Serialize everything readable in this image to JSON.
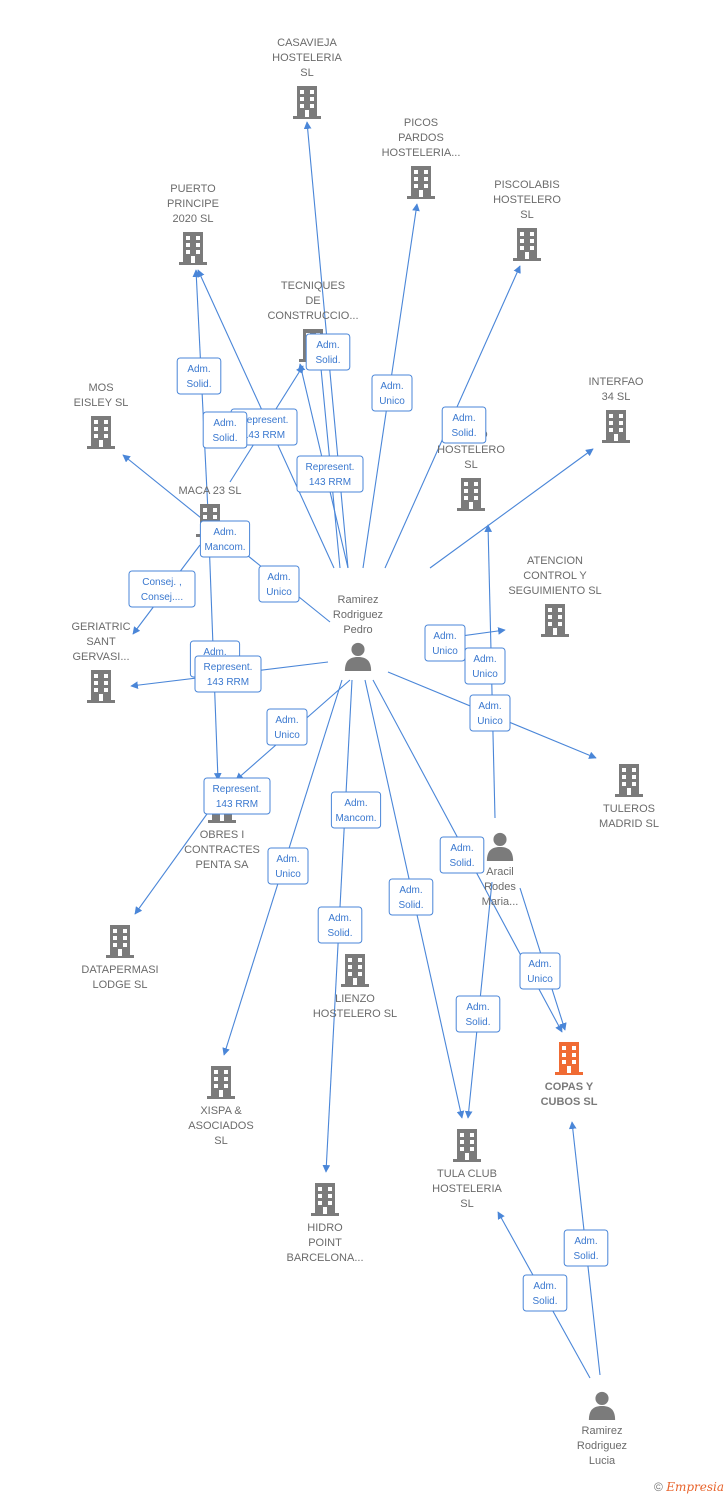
{
  "colors": {
    "edge": "#4a86d8",
    "company": "#7b7b7b",
    "highlight": "#f06b34",
    "person": "#7b7b7b"
  },
  "nodes": [
    {
      "id": "casavieja",
      "type": "company",
      "lines": [
        "CASAVIEJA",
        "HOSTELERIA",
        "SL"
      ]
    },
    {
      "id": "picos",
      "type": "company",
      "lines": [
        "PICOS",
        "PARDOS",
        "HOSTELERIA..."
      ]
    },
    {
      "id": "piscolabis",
      "type": "company",
      "lines": [
        "PISCOLABIS",
        "HOSTELERO",
        "SL"
      ]
    },
    {
      "id": "puerto",
      "type": "company",
      "lines": [
        "PUERTO",
        "PRINCIPE",
        "2020  SL"
      ]
    },
    {
      "id": "tecniques",
      "type": "company",
      "lines": [
        "TECNIQUES",
        "DE",
        "CONSTRUCCIO..."
      ]
    },
    {
      "id": "interfao",
      "type": "company",
      "lines": [
        "INTERFAO",
        "34  SL"
      ]
    },
    {
      "id": "mos",
      "type": "company",
      "lines": [
        "MOS",
        "EISLEY  SL"
      ]
    },
    {
      "id": "suito",
      "type": "company",
      "lines": [
        "SUITO",
        "HOSTELERO",
        "SL"
      ]
    },
    {
      "id": "maca",
      "type": "company",
      "lines": [
        "MACA 23 SL"
      ]
    },
    {
      "id": "atencion",
      "type": "company",
      "lines": [
        "ATENCION",
        "CONTROL Y",
        "SEGUIMIENTO SL"
      ]
    },
    {
      "id": "geriatric",
      "type": "company",
      "lines": [
        "GERIATRIC",
        "SANT",
        "GERVASI..."
      ]
    },
    {
      "id": "tuleros",
      "type": "company",
      "lines": [
        "TULEROS",
        "MADRID  SL"
      ]
    },
    {
      "id": "obres",
      "type": "company",
      "lines": [
        "OBRES I",
        "CONTRACTES",
        "PENTA SA"
      ]
    },
    {
      "id": "datapermasi",
      "type": "company",
      "lines": [
        "DATAPERMASI",
        "LODGE  SL"
      ]
    },
    {
      "id": "lienzo",
      "type": "company",
      "lines": [
        "LIENZO",
        "HOSTELERO SL"
      ]
    },
    {
      "id": "copas",
      "type": "company",
      "highlight": true,
      "lines": [
        "COPAS Y",
        "CUBOS  SL"
      ]
    },
    {
      "id": "xispa",
      "type": "company",
      "lines": [
        "XISPA &",
        "ASOCIADOS",
        "SL"
      ]
    },
    {
      "id": "tula",
      "type": "company",
      "lines": [
        "TULA CLUB",
        "HOSTELERIA",
        "SL"
      ]
    },
    {
      "id": "hidro",
      "type": "company",
      "lines": [
        "HIDRO",
        "POINT",
        "BARCELONA..."
      ]
    },
    {
      "id": "ramirez_pedro",
      "type": "person",
      "lines": [
        "Ramirez",
        "Rodriguez",
        "Pedro"
      ]
    },
    {
      "id": "aracil",
      "type": "person",
      "lines": [
        "Aracil",
        "Rodes",
        "Maria..."
      ]
    },
    {
      "id": "ramirez_lucia",
      "type": "person",
      "lines": [
        "Ramirez",
        "Rodriguez",
        "Lucia"
      ]
    }
  ],
  "edge_labels": [
    {
      "id": "el1",
      "lines": [
        "Adm.",
        "Solid."
      ]
    },
    {
      "id": "el2",
      "lines": [
        "Adm.",
        "Solid."
      ]
    },
    {
      "id": "el3",
      "lines": [
        "Represent.",
        "143 RRM"
      ]
    },
    {
      "id": "el4",
      "lines": [
        "Represent.",
        "143 RRM"
      ]
    },
    {
      "id": "el5",
      "lines": [
        "Adm.",
        "Unico"
      ]
    },
    {
      "id": "el6",
      "lines": [
        "Adm.",
        "Solid."
      ]
    },
    {
      "id": "el7",
      "lines": [
        "Adm.",
        "Mancom."
      ]
    },
    {
      "id": "el8",
      "lines": [
        "Adm.",
        "Unico"
      ]
    },
    {
      "id": "el9",
      "lines": [
        "Consej. ,",
        "Consej...."
      ]
    },
    {
      "id": "el10",
      "lines": [
        "Adm.",
        "Unico"
      ]
    },
    {
      "id": "el11",
      "lines": [
        "Adm.",
        "Mancom."
      ]
    },
    {
      "id": "el12",
      "lines": [
        "Represent.",
        "143 RRM"
      ]
    },
    {
      "id": "el13",
      "lines": [
        "Adm.",
        "Unico"
      ]
    },
    {
      "id": "el14",
      "lines": [
        "Adm.",
        "Unico"
      ]
    },
    {
      "id": "el15",
      "lines": [
        "Adm.",
        "Unico"
      ]
    },
    {
      "id": "el16",
      "lines": [
        "Represent.",
        "143 RRM"
      ]
    },
    {
      "id": "el17",
      "lines": [
        "Adm.",
        "Mancom."
      ]
    },
    {
      "id": "el18",
      "lines": [
        "Adm.",
        "Unico"
      ]
    },
    {
      "id": "el19",
      "lines": [
        "Adm.",
        "Solid."
      ]
    },
    {
      "id": "el20",
      "lines": [
        "Adm.",
        "Solid."
      ]
    },
    {
      "id": "el21",
      "lines": [
        "Adm.",
        "Solid."
      ]
    },
    {
      "id": "el22",
      "lines": [
        "Adm.",
        "Unico"
      ]
    },
    {
      "id": "el23",
      "lines": [
        "Adm.",
        "Solid."
      ]
    },
    {
      "id": "el24",
      "lines": [
        "Adm.",
        "Solid."
      ]
    },
    {
      "id": "el25",
      "lines": [
        "Adm.",
        "Solid."
      ]
    },
    {
      "id": "el26",
      "lines": [
        "Adm.",
        "Solid."
      ]
    }
  ],
  "footer": {
    "copyright": "©",
    "brand": "Empresia"
  }
}
